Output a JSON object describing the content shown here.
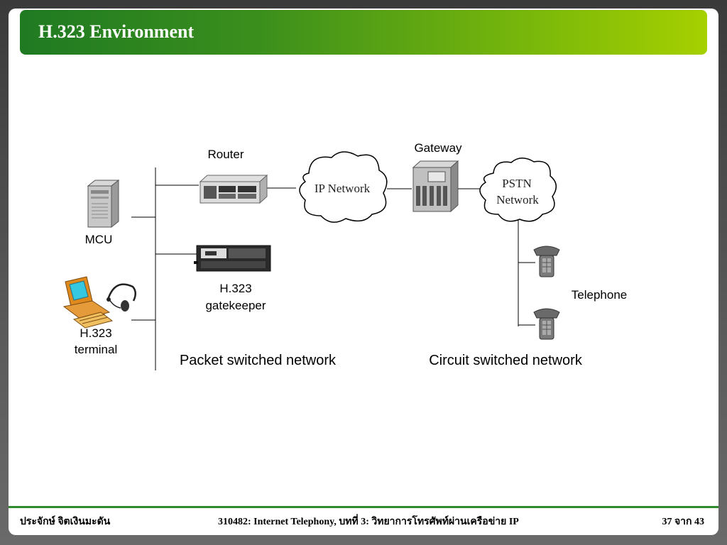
{
  "slide": {
    "title": "H.323 Environment",
    "title_bar_colors": [
      "#1f7a22",
      "#a6d000"
    ]
  },
  "diagram": {
    "labels": {
      "router": "Router",
      "gateway": "Gateway",
      "ip_network": "IP Network",
      "pstn_line1": "PSTN",
      "pstn_line2": "Network",
      "mcu": "MCU",
      "gatekeeper_line1": "H.323",
      "gatekeeper_line2": "gatekeeper",
      "terminal_line1": "H.323",
      "terminal_line2": "terminal",
      "telephone": "Telephone",
      "packet_switched": "Packet switched network",
      "circuit_switched": "Circuit switched network"
    }
  },
  "footer": {
    "author": "ประจักษ์ จิตเงินมะดัน",
    "course": "310482: Internet Telephony, บทที่ 3: วิทยาการโทรศัพท์ผ่านเครือข่าย IP",
    "page": "37 จาก 43"
  },
  "colors": {
    "footer_line": "#2e8b2e",
    "title_text": "#ffffff"
  }
}
